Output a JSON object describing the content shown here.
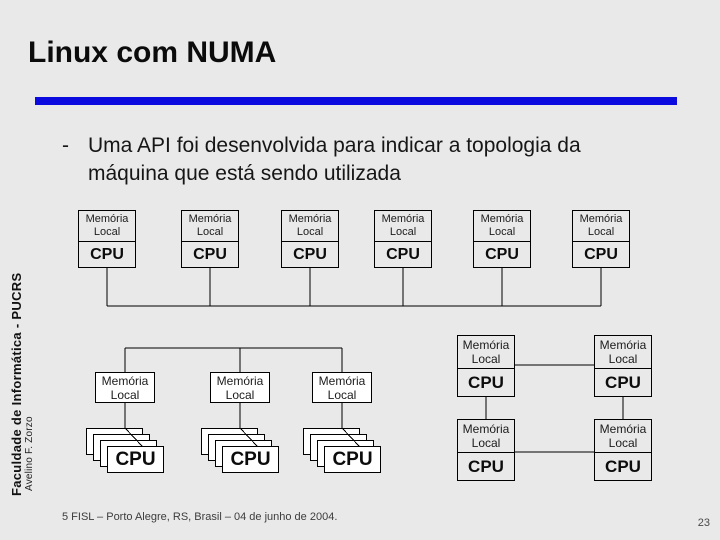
{
  "slide": {
    "title": "Linux com NUMA",
    "bullet": {
      "marker": "-",
      "line1": "Uma API foi desenvolvida para indicar a topologia da",
      "line2": "máquina que está sendo utilizada"
    },
    "sidebar": {
      "institution": "Faculdade de Informática - PUCRS",
      "author": "Avelino F. Zorzo"
    },
    "footer": "5 FISL – Porto Alegre, RS, Brasil – 04 de junho de 2004.",
    "page_number": "23"
  },
  "diagram": {
    "labels": {
      "memory_line1": "Memória",
      "memory_line2": "Local",
      "cpu": "CPU"
    },
    "top_row_node_count": 6,
    "cluster_count": 3,
    "grid_node_count": 4
  },
  "colors": {
    "background": "#e9e9e9",
    "accent_bar": "#0b0be0",
    "line": "#000000",
    "box_fill_white": "#ffffff"
  }
}
